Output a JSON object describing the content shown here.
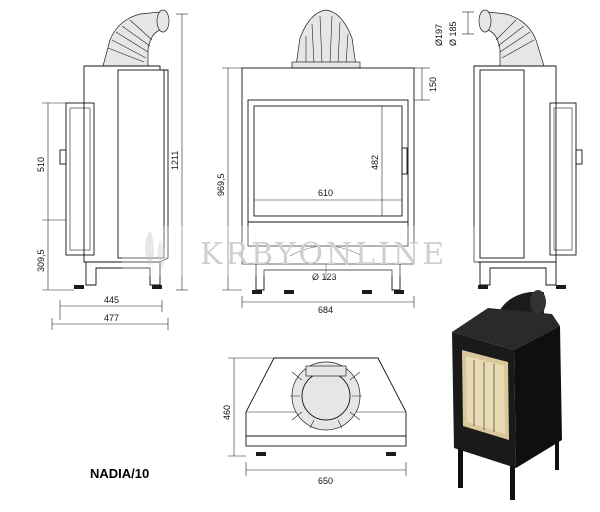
{
  "model_label": "NADIA/10",
  "watermark": "KRBYONLINE",
  "dimensions": {
    "side_height_total": "1211",
    "side_door_height": "510",
    "side_base_height": "309,5",
    "side_depth_inner": "445",
    "side_depth_outer": "477",
    "front_height": "969,5",
    "front_top": "150",
    "front_glass_height": "482",
    "front_glass_width": "610",
    "front_width": "684",
    "flue_inlet": "Ø 123",
    "flue_outer": "Ø197",
    "flue_inner": "Ø 185",
    "top_depth": "460",
    "top_width": "650"
  }
}
